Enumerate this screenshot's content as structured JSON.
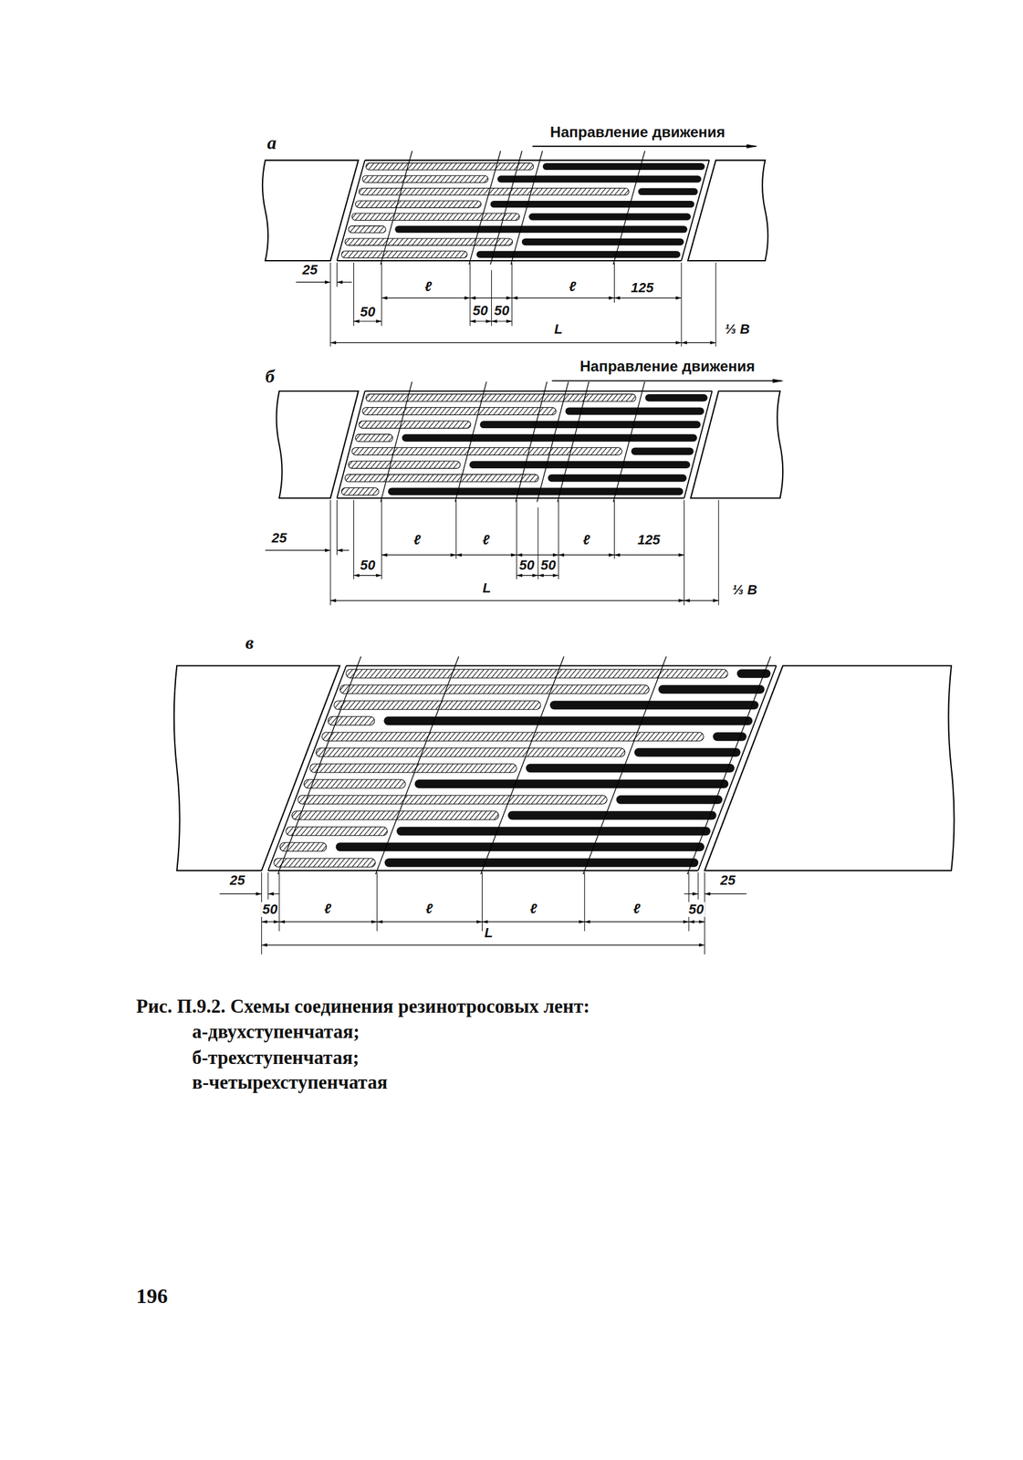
{
  "diagram": {
    "caption": "Рис. П.9.2. Схемы соединения резинотросовых лент:",
    "labels": [
      "а",
      "Направление движения",
      "25",
      "ℓ",
      "ℓ",
      "125",
      "50",
      "50",
      "50",
      "L",
      "⅓ В",
      "б",
      "Направление движения",
      "25",
      "ℓ",
      "ℓ",
      "ℓ",
      "125",
      "50",
      "50",
      "50",
      "L",
      "⅓ В",
      "в",
      "25",
      "25",
      "50",
      "ℓ",
      "ℓ",
      "ℓ",
      "ℓ",
      "50",
      "L",
      "а-двухступенчатая;",
      "б-трехступенчатая;",
      "в-четырехступенчатая",
      "196"
    ]
  }
}
